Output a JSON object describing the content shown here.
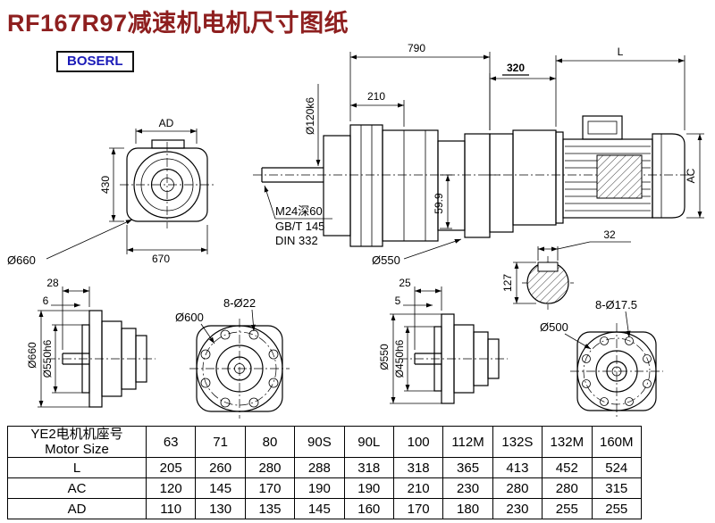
{
  "page": {
    "title": "RF167R97减速机电机尺寸图纸",
    "brand": "BOSERL"
  },
  "front_view": {
    "dim_ad": "AD",
    "dim_height": "430",
    "dim_width": "670",
    "label_outer_dia": "Ø660"
  },
  "side_view": {
    "dim_total_length": "790",
    "dim_front_length": "210",
    "label_shaft_dia": "Ø120k6",
    "note_line1": "M24深60",
    "note_line2": "GB/T 145",
    "note_line3": "DIN 332",
    "dim_center_height": "59.9",
    "label_flange_dia": "Ø550"
  },
  "motor_view": {
    "dim_adapter_length": "320",
    "dim_motor_length": "L",
    "dim_motor_dia": "AC",
    "dim_key_width": "32",
    "dim_shaft_height": "127"
  },
  "flange1_side": {
    "dim_shaft_ext": "28",
    "dim_spigot_depth": "6",
    "label_flange_dia": "Ø660",
    "label_spigot_dia": "Ø550h6"
  },
  "flange1_front": {
    "label_bolt_circle": "Ø600",
    "label_holes": "8-Ø22"
  },
  "flange2_side": {
    "dim_shaft_ext": "25",
    "dim_spigot_depth": "5",
    "label_flange_dia": "Ø550",
    "label_spigot_dia": "Ø450h6"
  },
  "flange2_front": {
    "label_bolt_circle": "Ø500",
    "label_holes": "8-Ø17.5"
  },
  "table": {
    "header_cn": "YE2电机机座号",
    "header_en": "Motor Size",
    "sizes": [
      "63",
      "71",
      "80",
      "90S",
      "90L",
      "100",
      "112M",
      "132S",
      "132M",
      "160M"
    ],
    "rows": [
      {
        "label": "L",
        "values": [
          "205",
          "260",
          "280",
          "288",
          "318",
          "318",
          "365",
          "413",
          "452",
          "524"
        ]
      },
      {
        "label": "AC",
        "values": [
          "120",
          "145",
          "170",
          "190",
          "190",
          "210",
          "230",
          "280",
          "280",
          "315"
        ]
      },
      {
        "label": "AD",
        "values": [
          "110",
          "130",
          "135",
          "145",
          "160",
          "170",
          "180",
          "230",
          "255",
          "255"
        ]
      }
    ]
  }
}
